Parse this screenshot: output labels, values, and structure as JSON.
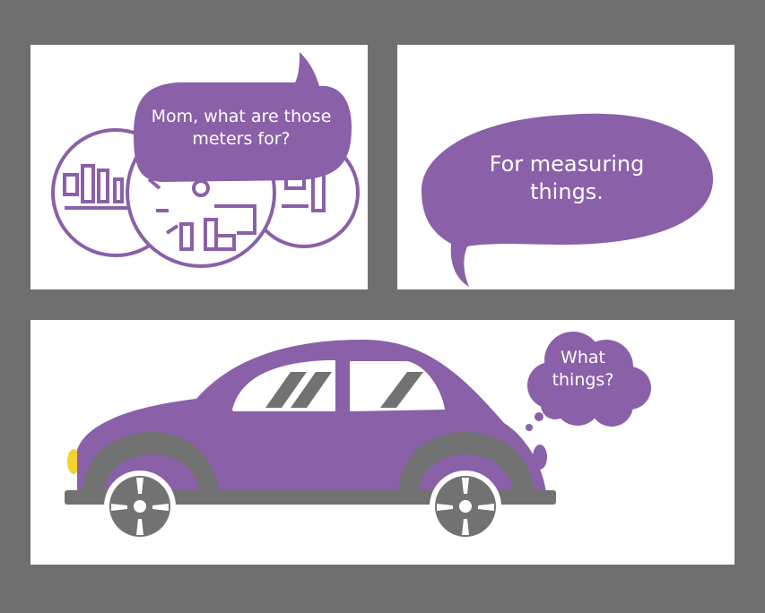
{
  "panels": [
    {
      "bubble_text": "Mom, what are those meters for?"
    },
    {
      "bubble_text": "For measuring things."
    },
    {
      "bubble_text": "What things?"
    }
  ],
  "colors": {
    "border": "#6f6f6f",
    "panel": "#ffffff",
    "accent": "#8a60a8",
    "gray": "#727272",
    "headlight": "#f2d330"
  },
  "icons": [
    "meter-icon",
    "speech-bubble",
    "thought-bubble",
    "car-illustration"
  ]
}
